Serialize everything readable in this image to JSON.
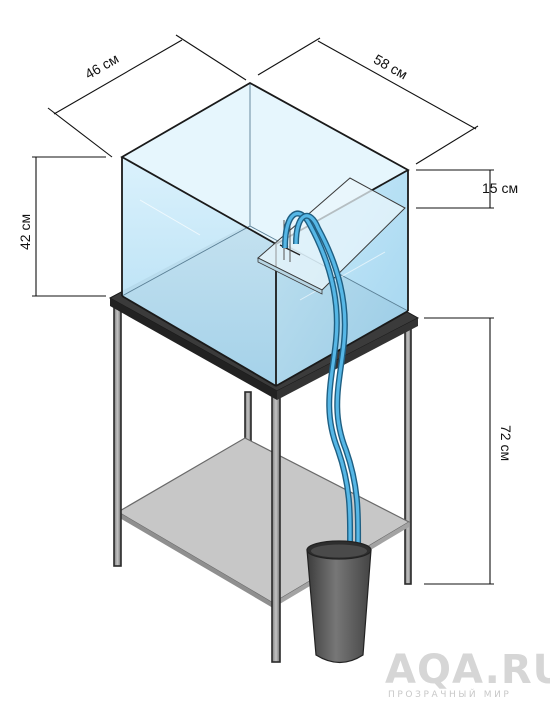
{
  "dimensions": {
    "width": "46 см",
    "depth": "58 см",
    "tank_height": "42 см",
    "overflow_depth": "15 см",
    "stand_height": "72 см"
  },
  "logo": {
    "main": "AQA.RU",
    "sub": "ПРОЗРАЧНЫЙ МИР"
  },
  "colors": {
    "water": "#bfe6f8",
    "glass_edge": "#1a1a1a",
    "hose": "#2b8fc4",
    "stand_frame": "#9a9a9a",
    "shelf": "#c9c9c9",
    "bucket": "#5a5a5a"
  }
}
